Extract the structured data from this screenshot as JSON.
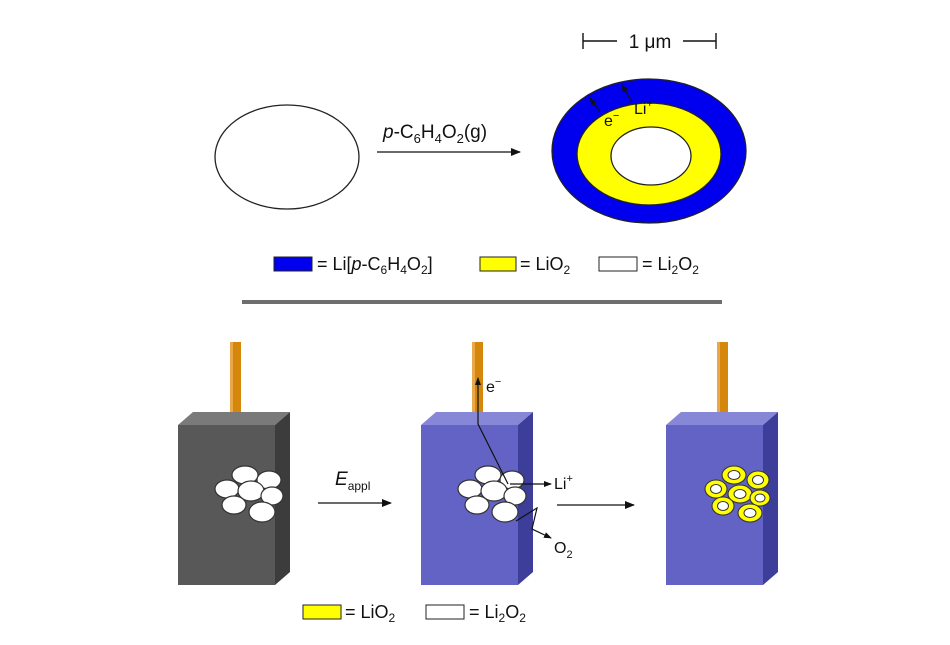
{
  "top": {
    "reaction": {
      "prefix": "p",
      "reagent": "-C",
      "s1": "6",
      "h": "H",
      "s2": "4",
      "o": "O",
      "s3": "2",
      "phase": "(g)"
    },
    "scale_bar": "1 μm",
    "electron": {
      "base": "e",
      "sup": "−"
    },
    "lithium": {
      "base": "Li",
      "sup": "+"
    },
    "legend": [
      {
        "color": "#0000ee",
        "pre": "= Li[",
        "ital": "p",
        "mid": "-C",
        "a": "6",
        "h": "H",
        "b": "4",
        "o": "O",
        "c": "2",
        "post": "]"
      },
      {
        "color": "#ffff00",
        "pre": "= LiO",
        "sub": "2"
      },
      {
        "color": "#ffffff",
        "pre": "= Li",
        "sub1": "2",
        "o": "O",
        "sub2": "2"
      }
    ]
  },
  "bottom": {
    "potential": {
      "base": "E",
      "sub": "appl"
    },
    "electron": {
      "base": "e",
      "sup": "−"
    },
    "lithium": {
      "base": "Li",
      "sup": "+"
    },
    "oxygen": {
      "base": "O",
      "sub": "2"
    },
    "legend": [
      {
        "color": "#ffff00",
        "pre": "= LiO",
        "sub": "2"
      },
      {
        "color": "#ffffff",
        "pre": "= Li",
        "sub1": "2",
        "o": "O",
        "sub2": "2"
      }
    ]
  },
  "colors": {
    "outer_shell": "#0000ee",
    "inner_shell": "#ffff00",
    "electrode_grey": "#555555",
    "electrode_purple": "#6363c6",
    "current_collector": "#d4870a",
    "divider": "#6e6e6e"
  }
}
